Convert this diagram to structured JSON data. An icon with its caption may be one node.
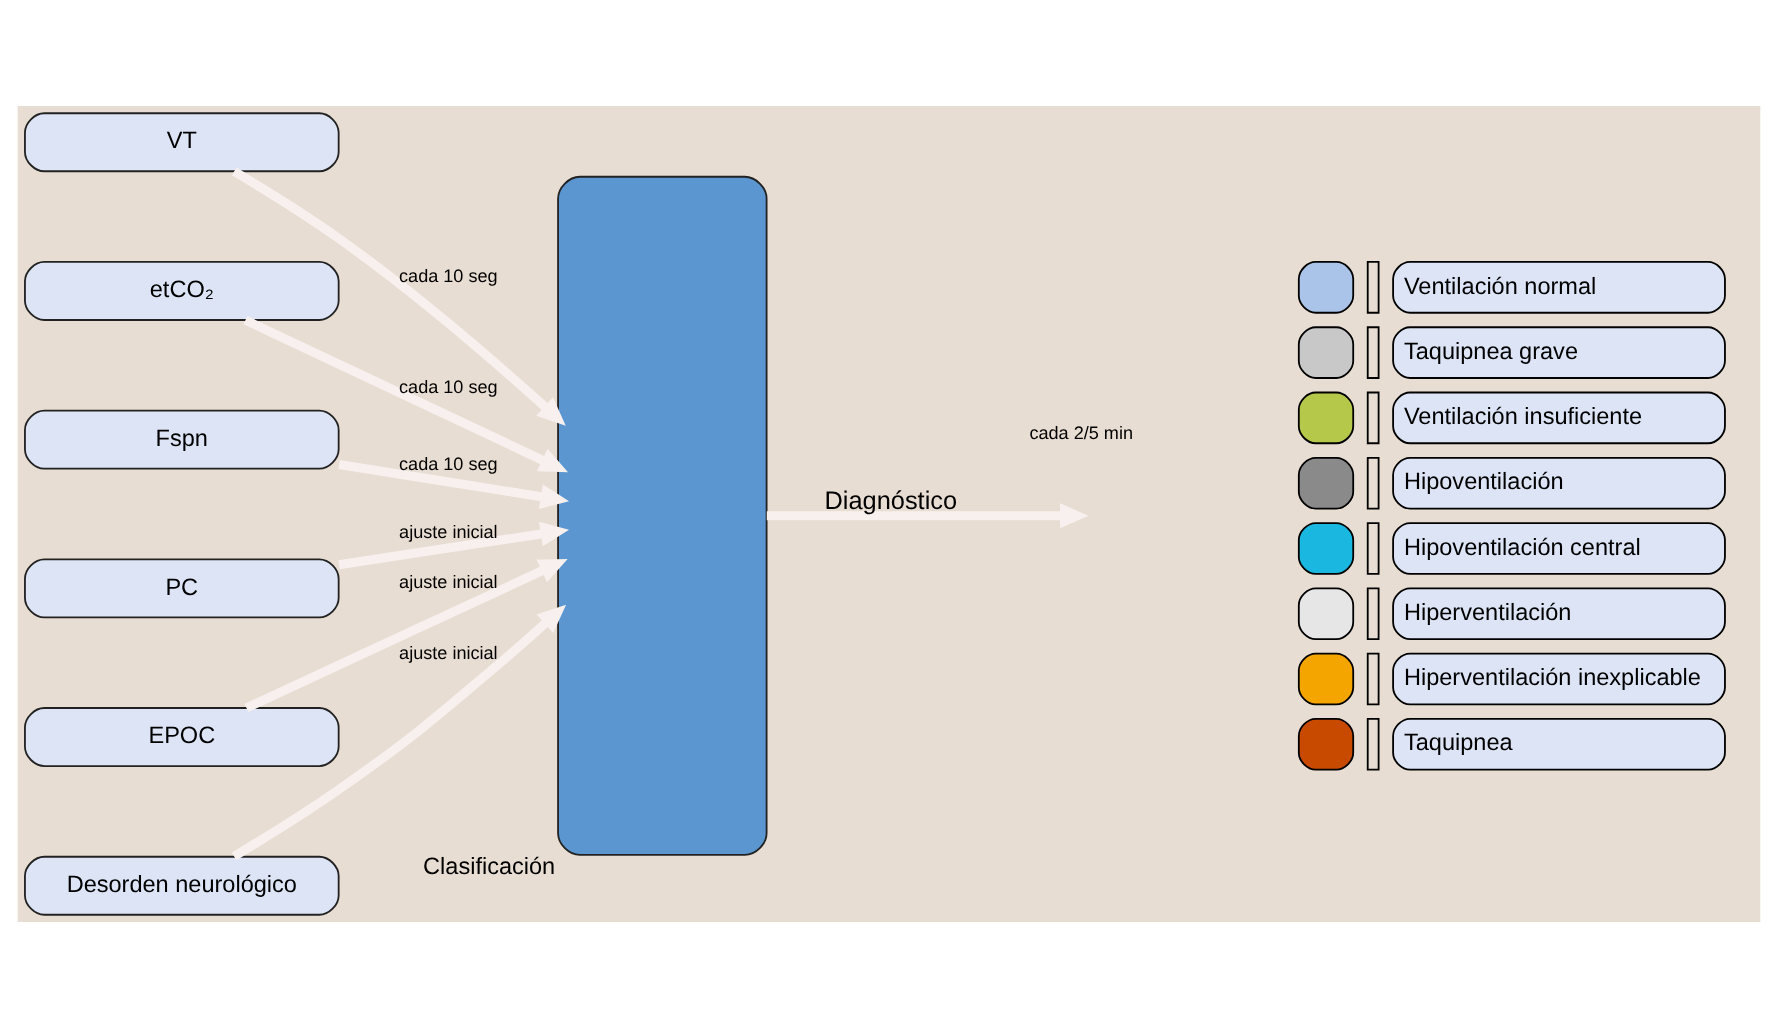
{
  "diagram": {
    "nodes": [
      {
        "text": [
          "VT"
        ]
      },
      {
        "text": [
          "etCO₂"
        ]
      },
      {
        "text": [
          "Fspn"
        ]
      },
      {
        "text": [
          "PC"
        ]
      },
      {
        "text": [
          "EPOC"
        ]
      },
      {
        "text": [
          "Desorden neurológico"
        ]
      },
      {
        "text": [
          "Clasificación"
        ]
      }
    ],
    "edges": [
      {
        "from": 0,
        "to": 6,
        "arrow": "to",
        "label": "cada 10 seg"
      },
      {
        "from": 1,
        "to": 6,
        "arrow": "to",
        "label": "cada 10 seg"
      },
      {
        "from": 2,
        "to": 6,
        "arrow": "to",
        "label": "cada 10 seg"
      },
      {
        "from": 3,
        "to": 6,
        "arrow": "to",
        "label": "ajuste inicial"
      },
      {
        "from": 4,
        "to": 6,
        "arrow": "to",
        "label": "ajuste inicial"
      },
      {
        "from": 5,
        "to": 6,
        "arrow": "to",
        "label": "ajuste inicial"
      },
      {
        "from": 6,
        "to": null,
        "arrow": "to",
        "label": "Diagnóstico"
      }
    ],
    "labels": [
      "cada 2/5 min"
    ],
    "legend": [
      {
        "text": "Ventilación normal",
        "color": "#a9c4e8"
      },
      {
        "text": "Taquipnea grave",
        "color": "#c8c8c8"
      },
      {
        "text": "Ventilación insuficiente",
        "color": "#b5c84a"
      },
      {
        "text": "Hipoventilación",
        "color": "#8a8a8a"
      },
      {
        "text": "Hipoventilación central",
        "color": "#1ab8e0"
      },
      {
        "text": "Hiperventilación",
        "color": "#e6e6e6"
      },
      {
        "text": "Hiperventilación inexplicable",
        "color": "#f5a500"
      },
      {
        "text": "Taquipnea",
        "color": "#c84a00"
      }
    ]
  }
}
